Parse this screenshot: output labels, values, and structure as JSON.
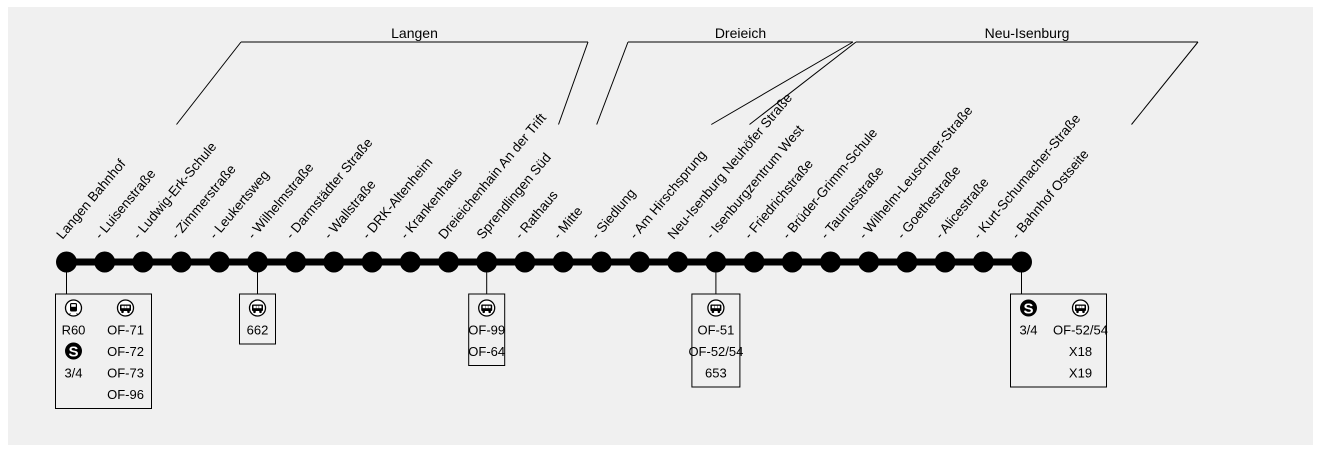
{
  "districts": [
    {
      "name": "Langen",
      "first": 0,
      "last": 10
    },
    {
      "name": "Dreieich",
      "first": 11,
      "last": 14
    },
    {
      "name": "Neu-Isenburg",
      "first": 15,
      "last": 25
    }
  ],
  "stops": [
    "Langen Bahnhof",
    "- Luisenstraße",
    "- Ludwig-Erk-Schule",
    "- Zimmerstraße",
    "- Leukertsweg",
    "- Wilhelmstraße",
    "- Darmstädter Straße",
    "- Wallstraße",
    "- DRK-Altenheim",
    "- Krankenhaus",
    "Dreieichenhain An der Trift",
    "Sprendlingen Süd",
    "- Rathaus",
    "- Mitte",
    "- Siedlung",
    "- Am Hirschsprung",
    "Neu-Isenburg Neuhöfer Straße",
    "- Isenburgzentrum West",
    "- Friedrichstraße",
    "- Brüder-Grimm-Schule",
    "- Taunusstraße",
    "- Wilhelm-Leuschner-Straße",
    "- Goethestraße",
    "- Alicestraße",
    "- Kurt-Schumacher-Straße",
    "- Bahnhof Ostseite"
  ],
  "transfers": [
    {
      "stop": 0,
      "columns": [
        [
          {
            "icon": "train-icon"
          },
          {
            "text": "R60"
          },
          {
            "icon": "sbahn-icon"
          },
          {
            "text": "3/4"
          }
        ],
        [
          {
            "icon": "bus-icon"
          },
          {
            "text": "OF-71"
          },
          {
            "text": "OF-72"
          },
          {
            "text": "OF-73"
          },
          {
            "text": "OF-96"
          }
        ]
      ]
    },
    {
      "stop": 5,
      "columns": [
        [
          {
            "icon": "bus-icon"
          },
          {
            "text": "662"
          }
        ]
      ]
    },
    {
      "stop": 11,
      "columns": [
        [
          {
            "icon": "bus-icon"
          },
          {
            "text": "OF-99"
          },
          {
            "text": "OF-64"
          }
        ]
      ]
    },
    {
      "stop": 17,
      "columns": [
        [
          {
            "icon": "bus-icon"
          },
          {
            "text": "OF-51"
          },
          {
            "text": "OF-52/54"
          },
          {
            "text": "653"
          }
        ]
      ]
    },
    {
      "stop": 25,
      "columns": [
        [
          {
            "icon": "sbahn-icon"
          },
          {
            "text": "3/4"
          }
        ],
        [
          {
            "icon": "bus-icon"
          },
          {
            "text": "OF-52/54"
          },
          {
            "text": "X18"
          },
          {
            "text": "X19"
          }
        ]
      ]
    }
  ],
  "colors": {
    "line": "#000000",
    "background": "#f0f0f0"
  }
}
